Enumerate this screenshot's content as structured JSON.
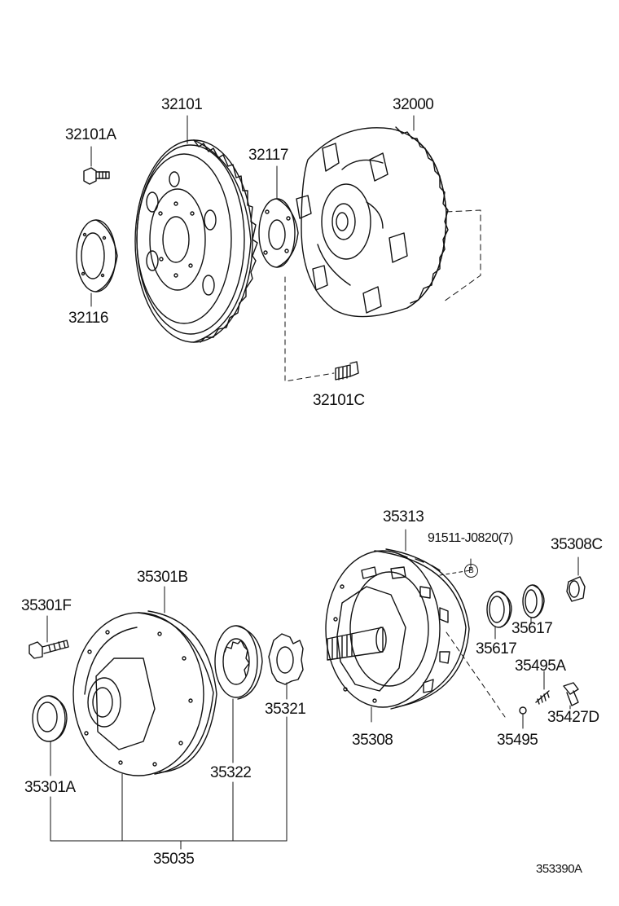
{
  "labels": {
    "p32101": "32101",
    "p32000": "32000",
    "p32101A": "32101A",
    "p32117": "32117",
    "p32116": "32116",
    "p32101C": "32101C",
    "p35313": "35313",
    "p91511": "91511-J0820(7)",
    "p35308C": "35308C",
    "p35301B": "35301B",
    "p35301F": "35301F",
    "p35617a": "35617",
    "p35617b": "35617",
    "p35495A": "35495A",
    "p35321": "35321",
    "p35427D": "35427D",
    "p35308": "35308",
    "p35495": "35495",
    "p35322": "35322",
    "p35301A": "35301A",
    "p35035": "35035",
    "ref": "353390A",
    "marker_b": "B"
  }
}
